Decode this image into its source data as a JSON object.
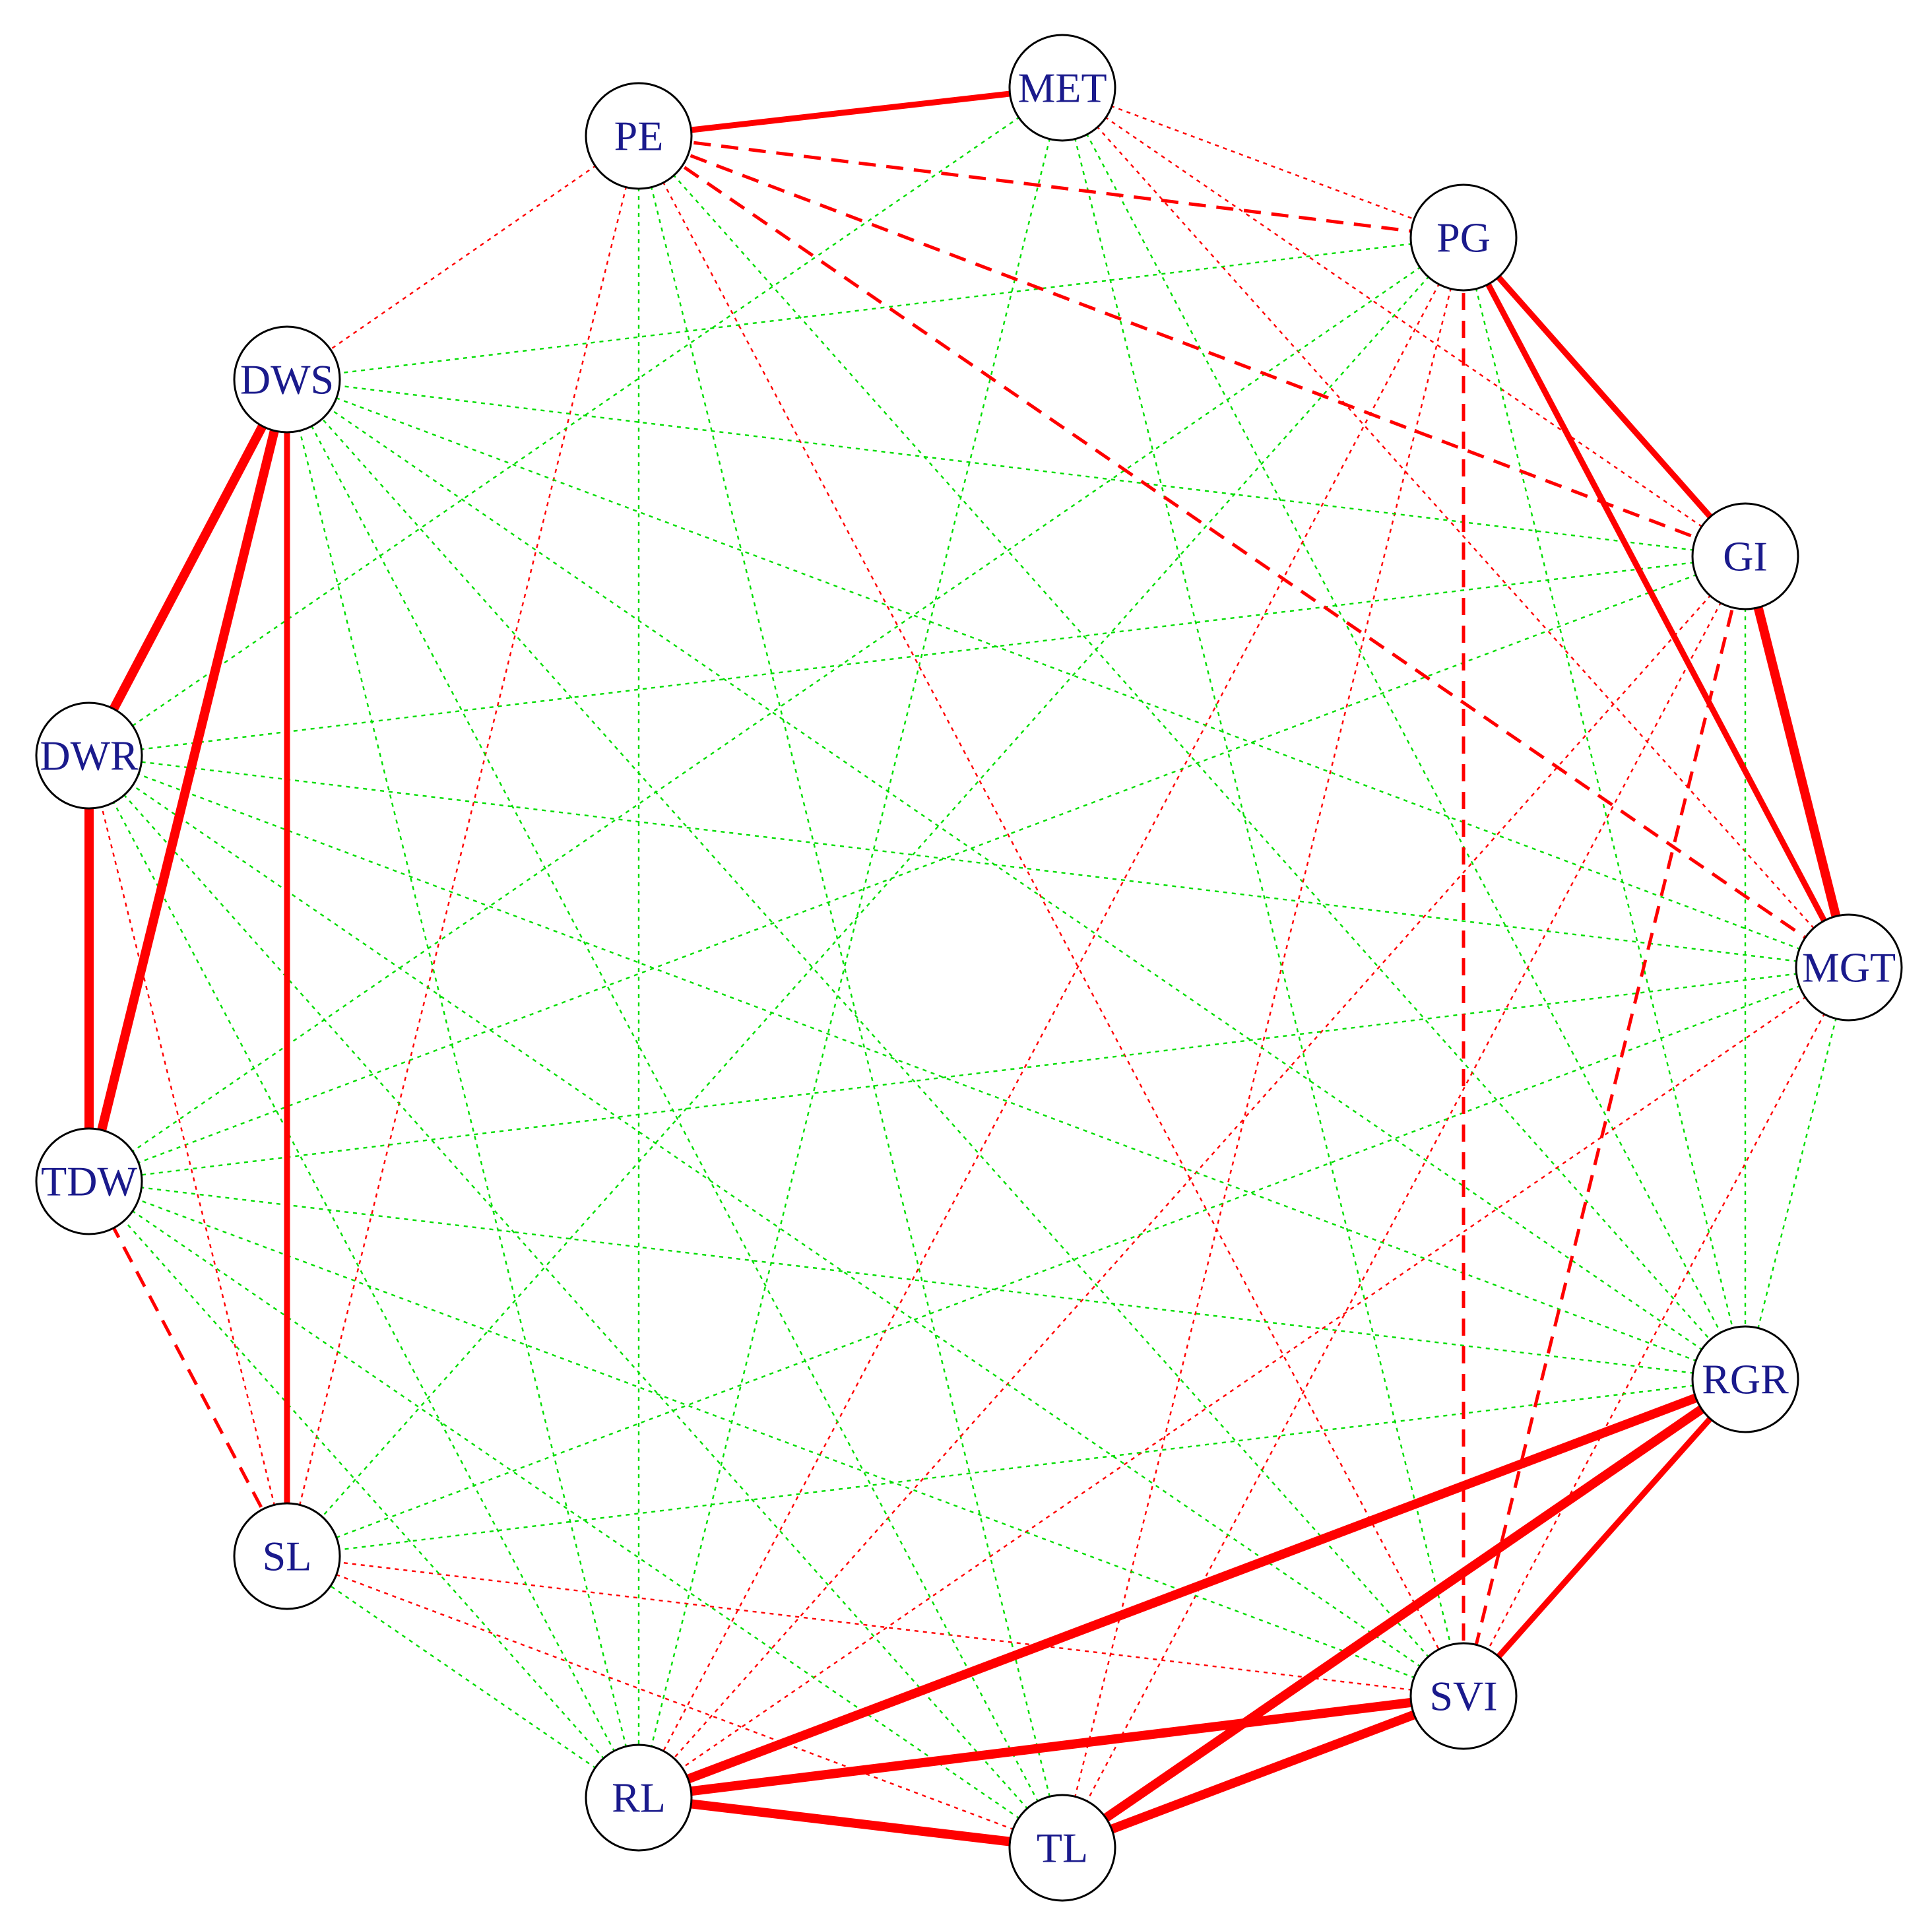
{
  "diagram": {
    "type": "correlation-network",
    "colors": {
      "positive": "#ff0000",
      "negative": "#00dd00",
      "label": "#1a1a8c",
      "node_border": "#000000",
      "node_fill": "#ffffff"
    },
    "nodes": [
      {
        "id": "PE",
        "label": "PE"
      },
      {
        "id": "MET",
        "label": "MET"
      },
      {
        "id": "PG",
        "label": "PG"
      },
      {
        "id": "GI",
        "label": "GI"
      },
      {
        "id": "MGT",
        "label": "MGT"
      },
      {
        "id": "RGR",
        "label": "RGR"
      },
      {
        "id": "SVI",
        "label": "SVI"
      },
      {
        "id": "TL",
        "label": "TL"
      },
      {
        "id": "RL",
        "label": "RL"
      },
      {
        "id": "SL",
        "label": "SL"
      },
      {
        "id": "TDW",
        "label": "TDW"
      },
      {
        "id": "DWR",
        "label": "DWR"
      },
      {
        "id": "DWS",
        "label": "DWS"
      }
    ],
    "edges": [
      {
        "from": "PE",
        "to": "MET",
        "sign": "positive",
        "strength": "strong"
      },
      {
        "from": "PE",
        "to": "PG",
        "sign": "positive",
        "strength": "moderate"
      },
      {
        "from": "PE",
        "to": "GI",
        "sign": "positive",
        "strength": "moderate"
      },
      {
        "from": "PE",
        "to": "MGT",
        "sign": "positive",
        "strength": "moderate"
      },
      {
        "from": "PE",
        "to": "DWS",
        "sign": "positive",
        "strength": "weak"
      },
      {
        "from": "PE",
        "to": "SVI",
        "sign": "positive",
        "strength": "weak"
      },
      {
        "from": "PE",
        "to": "RL",
        "sign": "negative",
        "strength": "weak"
      },
      {
        "from": "PE",
        "to": "RGR",
        "sign": "negative",
        "strength": "weak"
      },
      {
        "from": "PE",
        "to": "TL",
        "sign": "negative",
        "strength": "weak"
      },
      {
        "from": "PE",
        "to": "SL",
        "sign": "positive",
        "strength": "weak"
      },
      {
        "from": "MET",
        "to": "PG",
        "sign": "positive",
        "strength": "weak"
      },
      {
        "from": "MET",
        "to": "GI",
        "sign": "positive",
        "strength": "weak"
      },
      {
        "from": "MET",
        "to": "MGT",
        "sign": "positive",
        "strength": "weak"
      },
      {
        "from": "MET",
        "to": "DWR",
        "sign": "negative",
        "strength": "weak"
      },
      {
        "from": "MET",
        "to": "RGR",
        "sign": "negative",
        "strength": "weak"
      },
      {
        "from": "MET",
        "to": "RL",
        "sign": "negative",
        "strength": "weak"
      },
      {
        "from": "MET",
        "to": "SVI",
        "sign": "negative",
        "strength": "weak"
      },
      {
        "from": "PG",
        "to": "GI",
        "sign": "positive",
        "strength": "strong"
      },
      {
        "from": "PG",
        "to": "MGT",
        "sign": "positive",
        "strength": "strong"
      },
      {
        "from": "PG",
        "to": "SVI",
        "sign": "positive",
        "strength": "moderate"
      },
      {
        "from": "PG",
        "to": "DWS",
        "sign": "negative",
        "strength": "weak"
      },
      {
        "from": "PG",
        "to": "TDW",
        "sign": "negative",
        "strength": "weak"
      },
      {
        "from": "PG",
        "to": "SL",
        "sign": "negative",
        "strength": "weak"
      },
      {
        "from": "PG",
        "to": "RGR",
        "sign": "negative",
        "strength": "weak"
      },
      {
        "from": "PG",
        "to": "TL",
        "sign": "positive",
        "strength": "weak"
      },
      {
        "from": "PG",
        "to": "RL",
        "sign": "positive",
        "strength": "weak"
      },
      {
        "from": "GI",
        "to": "MGT",
        "sign": "positive",
        "strength": "very-strong"
      },
      {
        "from": "GI",
        "to": "SVI",
        "sign": "positive",
        "strength": "moderate"
      },
      {
        "from": "GI",
        "to": "RGR",
        "sign": "negative",
        "strength": "weak"
      },
      {
        "from": "GI",
        "to": "DWS",
        "sign": "negative",
        "strength": "weak"
      },
      {
        "from": "GI",
        "to": "TDW",
        "sign": "negative",
        "strength": "weak"
      },
      {
        "from": "GI",
        "to": "DWR",
        "sign": "negative",
        "strength": "weak"
      },
      {
        "from": "GI",
        "to": "RL",
        "sign": "positive",
        "strength": "weak"
      },
      {
        "from": "GI",
        "to": "TL",
        "sign": "positive",
        "strength": "weak"
      },
      {
        "from": "MGT",
        "to": "DWS",
        "sign": "negative",
        "strength": "weak"
      },
      {
        "from": "MGT",
        "to": "TDW",
        "sign": "negative",
        "strength": "weak"
      },
      {
        "from": "MGT",
        "to": "RGR",
        "sign": "negative",
        "strength": "weak"
      },
      {
        "from": "MGT",
        "to": "SVI",
        "sign": "positive",
        "strength": "weak"
      },
      {
        "from": "MGT",
        "to": "SL",
        "sign": "negative",
        "strength": "weak"
      },
      {
        "from": "MGT",
        "to": "DWR",
        "sign": "negative",
        "strength": "weak"
      },
      {
        "from": "MGT",
        "to": "RL",
        "sign": "positive",
        "strength": "weak"
      },
      {
        "from": "RGR",
        "to": "RL",
        "sign": "positive",
        "strength": "very-strong"
      },
      {
        "from": "RGR",
        "to": "TL",
        "sign": "positive",
        "strength": "very-strong"
      },
      {
        "from": "RGR",
        "to": "SVI",
        "sign": "positive",
        "strength": "strong"
      },
      {
        "from": "RGR",
        "to": "SL",
        "sign": "negative",
        "strength": "weak"
      },
      {
        "from": "RGR",
        "to": "TDW",
        "sign": "negative",
        "strength": "weak"
      },
      {
        "from": "RGR",
        "to": "DWR",
        "sign": "negative",
        "strength": "weak"
      },
      {
        "from": "RGR",
        "to": "DWS",
        "sign": "negative",
        "strength": "weak"
      },
      {
        "from": "SVI",
        "to": "RL",
        "sign": "positive",
        "strength": "very-strong"
      },
      {
        "from": "SVI",
        "to": "TL",
        "sign": "positive",
        "strength": "very-strong"
      },
      {
        "from": "SVI",
        "to": "SL",
        "sign": "positive",
        "strength": "weak"
      },
      {
        "from": "SVI",
        "to": "TDW",
        "sign": "negative",
        "strength": "weak"
      },
      {
        "from": "SVI",
        "to": "DWR",
        "sign": "negative",
        "strength": "weak"
      },
      {
        "from": "SVI",
        "to": "DWS",
        "sign": "negative",
        "strength": "weak"
      },
      {
        "from": "RL",
        "to": "TL",
        "sign": "positive",
        "strength": "very-strong"
      },
      {
        "from": "RL",
        "to": "SL",
        "sign": "negative",
        "strength": "weak"
      },
      {
        "from": "RL",
        "to": "TDW",
        "sign": "negative",
        "strength": "weak"
      },
      {
        "from": "RL",
        "to": "DWR",
        "sign": "negative",
        "strength": "weak"
      },
      {
        "from": "RL",
        "to": "DWS",
        "sign": "negative",
        "strength": "weak"
      },
      {
        "from": "TL",
        "to": "SL",
        "sign": "positive",
        "strength": "weak"
      },
      {
        "from": "TL",
        "to": "TDW",
        "sign": "negative",
        "strength": "weak"
      },
      {
        "from": "TL",
        "to": "DWR",
        "sign": "negative",
        "strength": "weak"
      },
      {
        "from": "TL",
        "to": "DWS",
        "sign": "negative",
        "strength": "weak"
      },
      {
        "from": "SL",
        "to": "DWS",
        "sign": "positive",
        "strength": "strong"
      },
      {
        "from": "SL",
        "to": "TDW",
        "sign": "positive",
        "strength": "moderate"
      },
      {
        "from": "SL",
        "to": "DWR",
        "sign": "positive",
        "strength": "weak"
      },
      {
        "from": "TDW",
        "to": "DWR",
        "sign": "positive",
        "strength": "very-strong"
      },
      {
        "from": "TDW",
        "to": "DWS",
        "sign": "positive",
        "strength": "very-strong"
      },
      {
        "from": "DWR",
        "to": "DWS",
        "sign": "positive",
        "strength": "very-strong"
      }
    ]
  }
}
